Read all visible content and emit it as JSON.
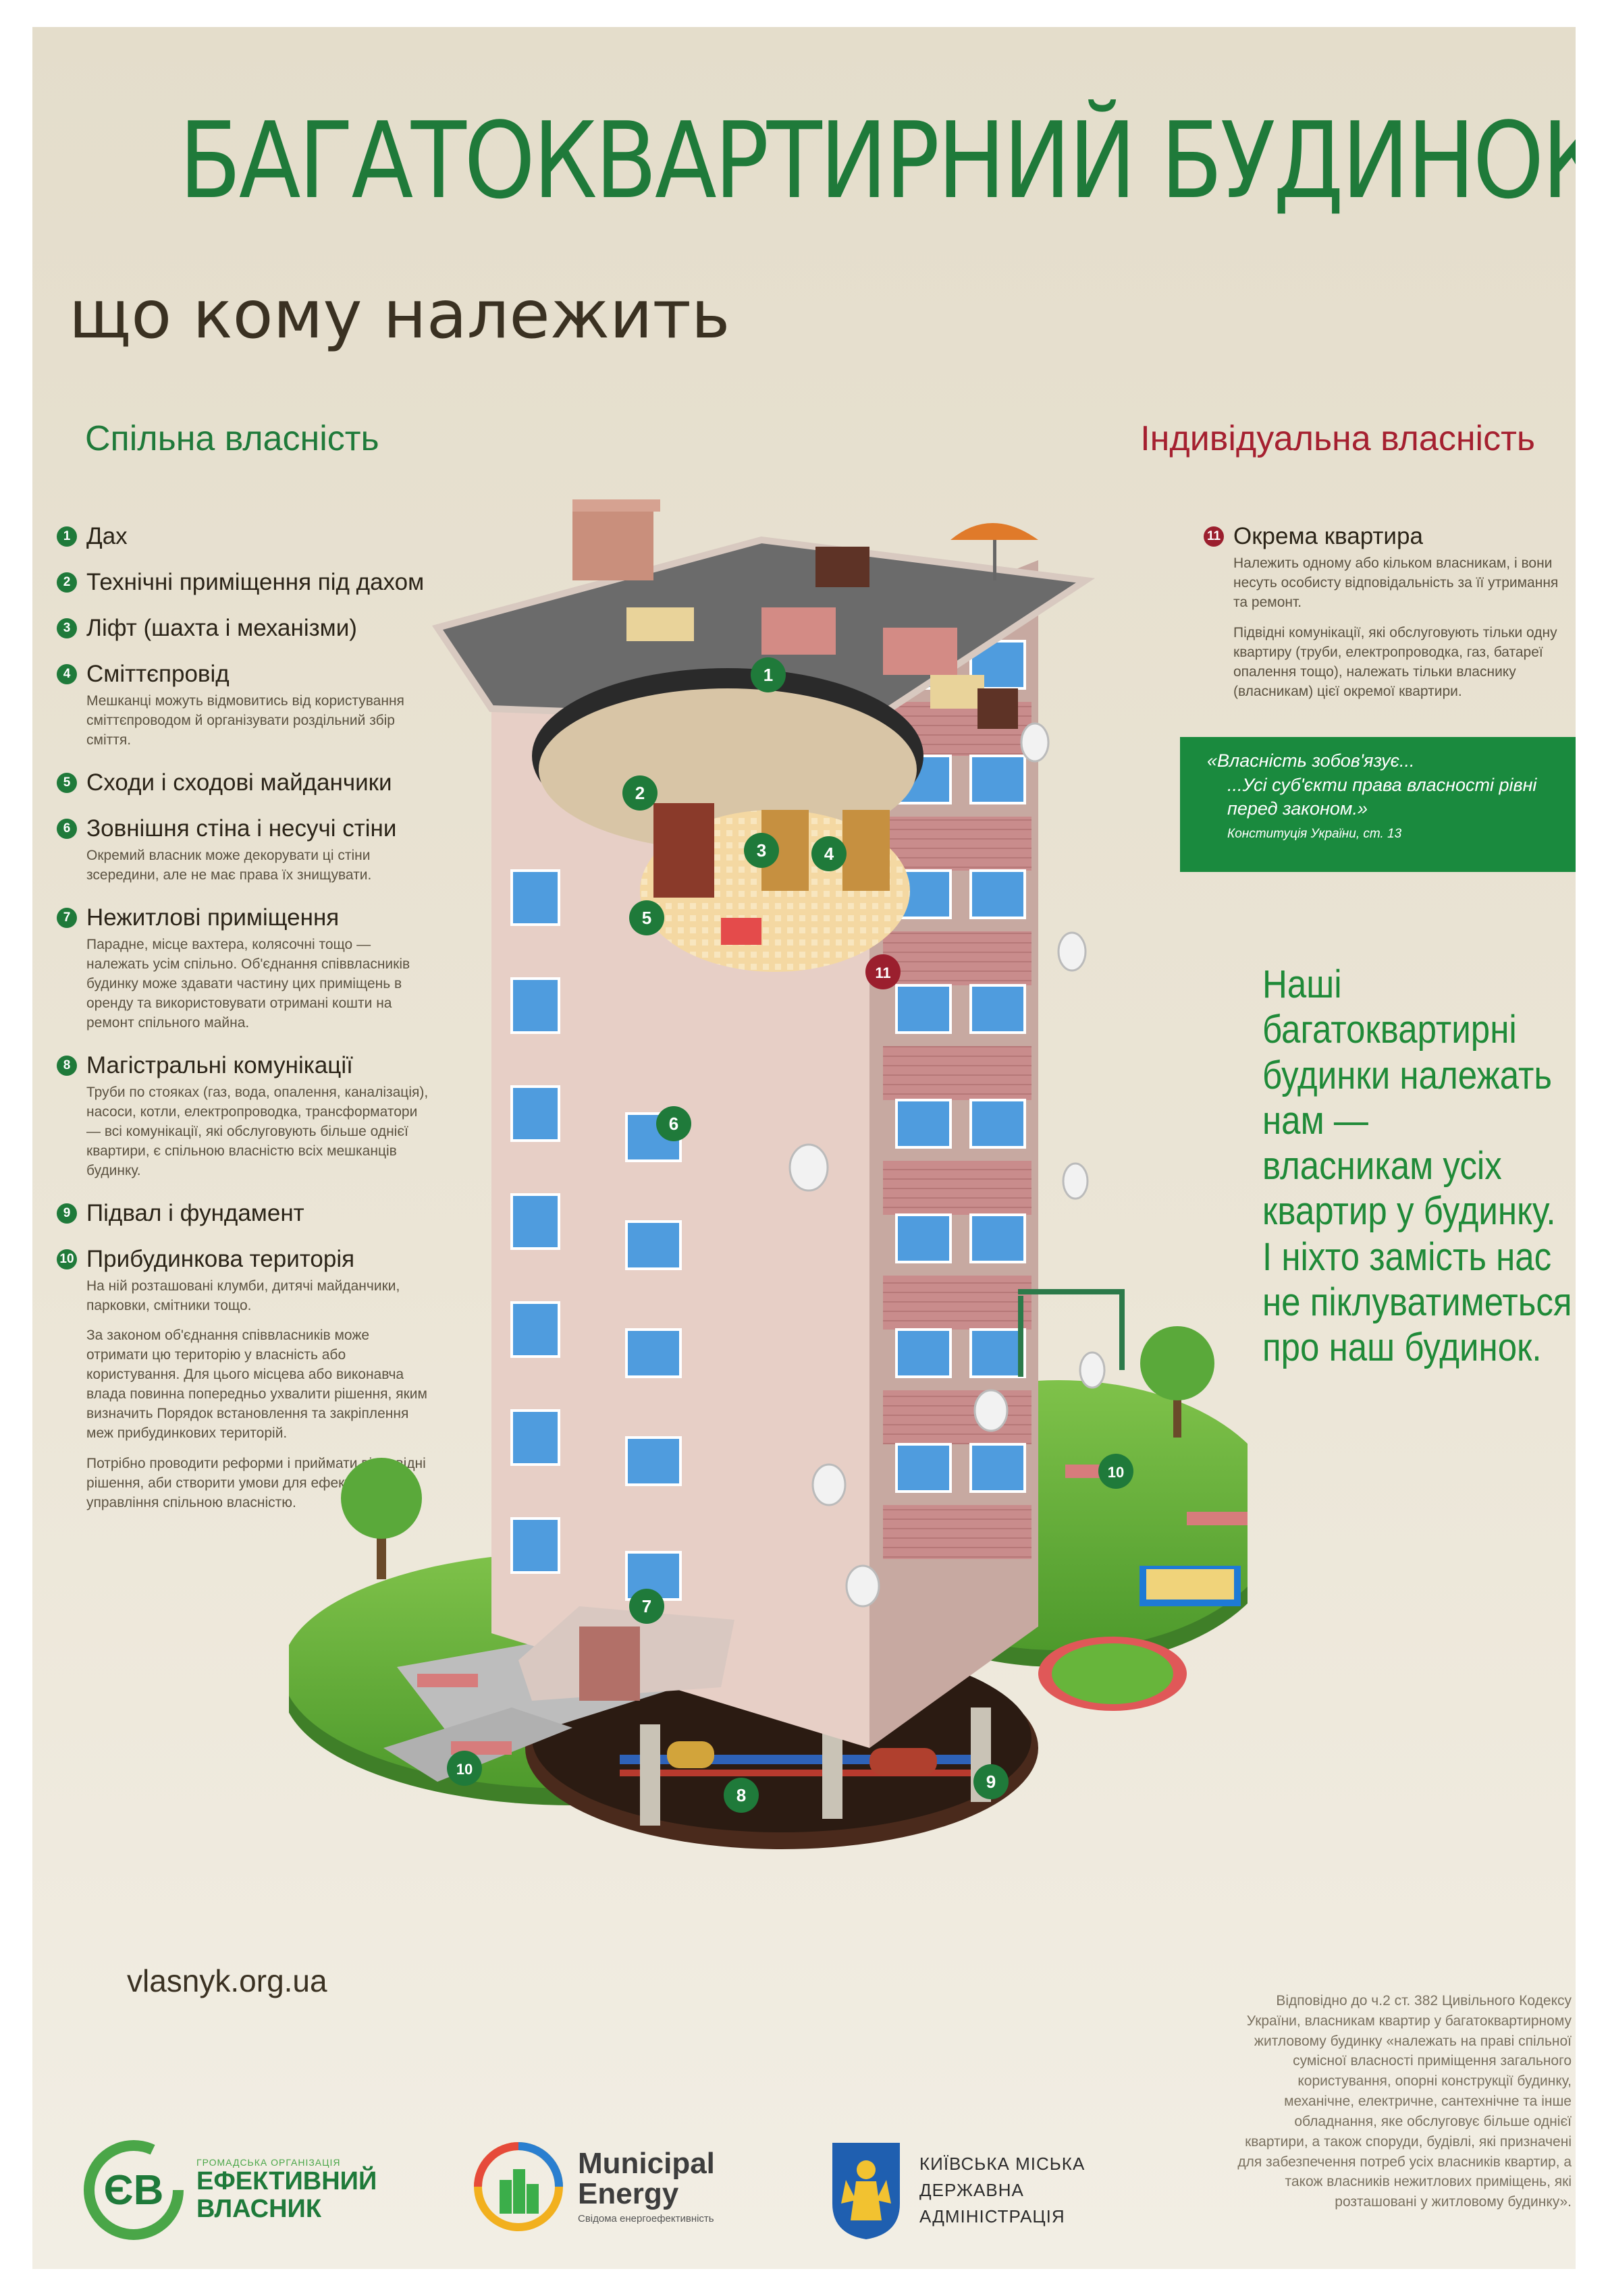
{
  "header": {
    "title": "БАГАТОКВАРТИРНИЙ БУДИНОК",
    "subtitle": "що кому належить"
  },
  "columns": {
    "common_title": "Спільна власність",
    "individual_title": "Індивідуальна власність"
  },
  "common_items": [
    {
      "num": "1",
      "title": "Дах",
      "desc": []
    },
    {
      "num": "2",
      "title": "Технічні приміщення під дахом",
      "desc": []
    },
    {
      "num": "3",
      "title": "Ліфт (шахта і механізми)",
      "desc": []
    },
    {
      "num": "4",
      "title": "Сміттєпровід",
      "desc": [
        "Мешканці можуть відмовитись від користування сміттєпроводом й організувати роздільний збір сміття."
      ]
    },
    {
      "num": "5",
      "title": "Сходи і сходові майданчики",
      "desc": []
    },
    {
      "num": "6",
      "title": "Зовнішня стіна і несучі стіни",
      "desc": [
        "Окремий власник може декорувати ці стіни зсередини, але не має права їх знищувати."
      ]
    },
    {
      "num": "7",
      "title": "Нежитлові приміщення",
      "desc": [
        "Парадне, місце вахтера, колясочні тощо — належать усім спільно. Об'єднання співвласників будинку може здавати частину цих приміщень в оренду та використовувати отримані кошти на ремонт спільного майна."
      ]
    },
    {
      "num": "8",
      "title": "Магістральні комунікації",
      "desc": [
        "Труби по стояках (газ, вода, опалення, каналізація), насоси, котли, електропроводка, трансформатори — всі комунікації, які обслуговують більше однієї квартири, є спільною власністю всіх мешканців будинку."
      ]
    },
    {
      "num": "9",
      "title": "Підвал і фундамент",
      "desc": []
    },
    {
      "num": "10",
      "title": "Прибудинкова територія",
      "desc": [
        "На ній розташовані клумби, дитячі майданчики, парковки, смітники тощо.",
        "За законом об'єднання співвласників може отримати цю територію у власність або користування. Для цього місцева або виконавча влада повинна попередньо ухвалити рішення, яким визначить Порядок встановлення та закріплення меж прибудинкових територій.",
        "Потрібно проводити реформи і приймати відповідні рішення, аби створити умови для ефективного управління спільною власністю."
      ]
    }
  ],
  "individual_item": {
    "num": "11",
    "title": "Окрема квартира",
    "desc": [
      "Належить одному або кільком власникам, і вони несуть особисту відповідальність за її утримання та ремонт.",
      "Підвідні комунікації, які обслуговують тільки одну квартиру (труби, електропроводка, газ, батареї опалення тощо), належать тільки власнику (власникам) цієї окремої квартири."
    ]
  },
  "quote": {
    "line1": "«Власність зобов'язує...",
    "line2": "...Усі суб'єкти права власності рівні перед законом.»",
    "source": "Конституція України, ст. 13"
  },
  "slogan": [
    "Наші",
    "багатоквартирні",
    "будинки належать",
    "нам —",
    "власникам усіх",
    "квартир у будинку.",
    "І ніхто замість нас",
    "не піклуватиметься",
    "про наш будинок."
  ],
  "website": "vlasnyk.org.ua",
  "legal_text": "Відповідно до ч.2 ст. 382 Цивільного Кодексу України, власникам квартир у багатоквартирному житловому будинку «належать на праві спільної сумісної власності приміщення загального користування, опорні конструкції будинку, механічне, електричне, сантехнічне та інше обладнання, яке обслуговує більше однієї квартири, а також споруди, будівлі, які призначені для забезпечення потреб усіх власників квартир, а також власників нежитлових приміщень, які розташовані у житловому будинку».",
  "logos": {
    "eb": {
      "org": "ГРОМАДСЬКА ОРГАНІЗАЦІЯ",
      "name1": "ЕФЕКТИВНИЙ",
      "name2": "ВЛАСНИК",
      "mark": "ЄВ"
    },
    "me": {
      "name1": "Municipal",
      "name2": "Energy",
      "tagline": "Свідома енергоефективність"
    },
    "kyiv": {
      "line1": "КИЇВСЬКА МІСЬКА",
      "line2": "ДЕРЖАВНА",
      "line3": "АДМІНІСТРАЦІЯ"
    }
  },
  "markers": [
    "1",
    "2",
    "3",
    "4",
    "5",
    "6",
    "7",
    "8",
    "9",
    "10",
    "11"
  ],
  "colors": {
    "green": "#1f7a3a",
    "red": "#9b1f2e",
    "background": "#e8e1d0"
  }
}
